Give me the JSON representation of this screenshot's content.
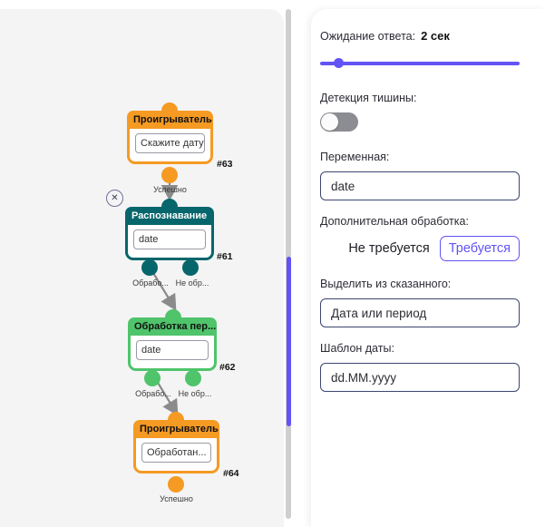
{
  "canvas": {
    "close_button_icon": "close-circle-icon",
    "nodes": [
      {
        "id": "#63",
        "title": "Проигрыватель",
        "field_value": "Скажите дату",
        "color": "orange",
        "theme": "c-orange",
        "head_text": "light",
        "ports_out": [
          "Успешно"
        ]
      },
      {
        "id": "#61",
        "title": "Распознавание",
        "field_value": "date",
        "color": "teal",
        "theme": "c-teal",
        "head_text": "dark",
        "ports_out": [
          "Обрабо...",
          "Не обр..."
        ]
      },
      {
        "id": "#62",
        "title": "Обработка пер...",
        "field_value": "date",
        "color": "green",
        "theme": "c-green",
        "head_text": "light",
        "ports_out": [
          "Обрабо...",
          "Не обр..."
        ]
      },
      {
        "id": "#64",
        "title": "Проигрыватель",
        "field_value": "Обработан...",
        "color": "orange",
        "theme": "c-orange",
        "head_text": "light",
        "ports_out": [
          "Успешно"
        ]
      }
    ]
  },
  "scrollbar": {
    "orientation": "vertical",
    "thumb_color": "#6253f5",
    "track_color": "#cfcfcf"
  },
  "settings": {
    "wait": {
      "label": "Ожидание ответа:",
      "value": "2 сек",
      "slider_color": "#6253f5"
    },
    "silence_detection": {
      "label": "Детекция тишины:",
      "enabled": false
    },
    "variable": {
      "label": "Переменная:",
      "value": "date",
      "placeholder": "Переменная"
    },
    "extra_processing": {
      "label": "Дополнительная обработка:",
      "options": [
        "Не требуется",
        "Требуется"
      ],
      "selected": "Требуется"
    },
    "extract": {
      "label": "Выделить из сказанного:",
      "value": "Дата или период",
      "placeholder": "Дата или период"
    },
    "date_template": {
      "label": "Шаблон даты:",
      "value": "dd.MM.yyyy",
      "placeholder": "dd.MM.yyyy"
    }
  }
}
